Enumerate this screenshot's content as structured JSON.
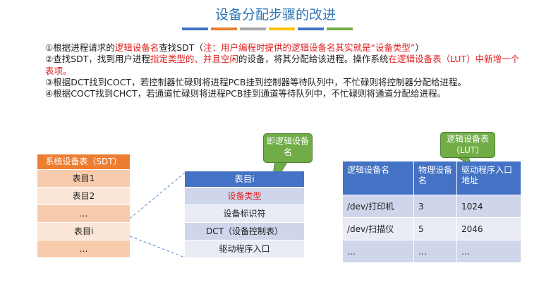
{
  "title": "设备分配步骤的改进",
  "title_bar_colors": [
    "#4472c4",
    "#ed7d31",
    "#a5a5a5",
    "#ffc000",
    "#4472c4",
    "#70ad47"
  ],
  "steps": {
    "s1_pre": "①根据进程请求的",
    "s1_red1": "逻辑设备名",
    "s1_mid": "查找SDT（",
    "s1_red2": "注：用户编程时提供的逻辑设备名其实就是“设备类型”",
    "s1_post": "）",
    "s2_pre": "②查找SDT，找到用户进程",
    "s2_red1": "指定类型的、并且空闲",
    "s2_mid": "的设备，将其分配给该进程。操作系统",
    "s2_red2": "在逻辑设备表（LUT）中新增一个表项。",
    "s3": "③根据DCT找到COCT，若控制器忙碌则将进程PCB挂到控制器等待队列中，不忙碌则将控制器分配给进程。",
    "s4": "④根据COCT找到CHCT，若通道忙碌则将进程PCB挂到通道等待队列中，不忙碌则将通道分配给进程。"
  },
  "sdt": {
    "header": "系统设备表（SDT）",
    "rows": [
      "表目1",
      "表目2",
      "…",
      "表目i",
      "…"
    ]
  },
  "dct": {
    "header": "表目i",
    "rows": [
      "设备类型",
      "设备标识符",
      "DCT（设备控制表）",
      "驱动程序入口"
    ],
    "highlight_color": "#e02020"
  },
  "callouts": {
    "logical_name": "即逻辑设备名",
    "lut_label": "逻辑设备表（LUT）"
  },
  "lut": {
    "headers": [
      "逻辑设备名",
      "物理设备名",
      "驱动程序入口地址"
    ],
    "rows": [
      [
        "/dev/打印机",
        "3",
        "1024"
      ],
      [
        "/dev/扫描仪",
        "5",
        "2046"
      ],
      [
        "…",
        "…",
        "…"
      ]
    ]
  }
}
